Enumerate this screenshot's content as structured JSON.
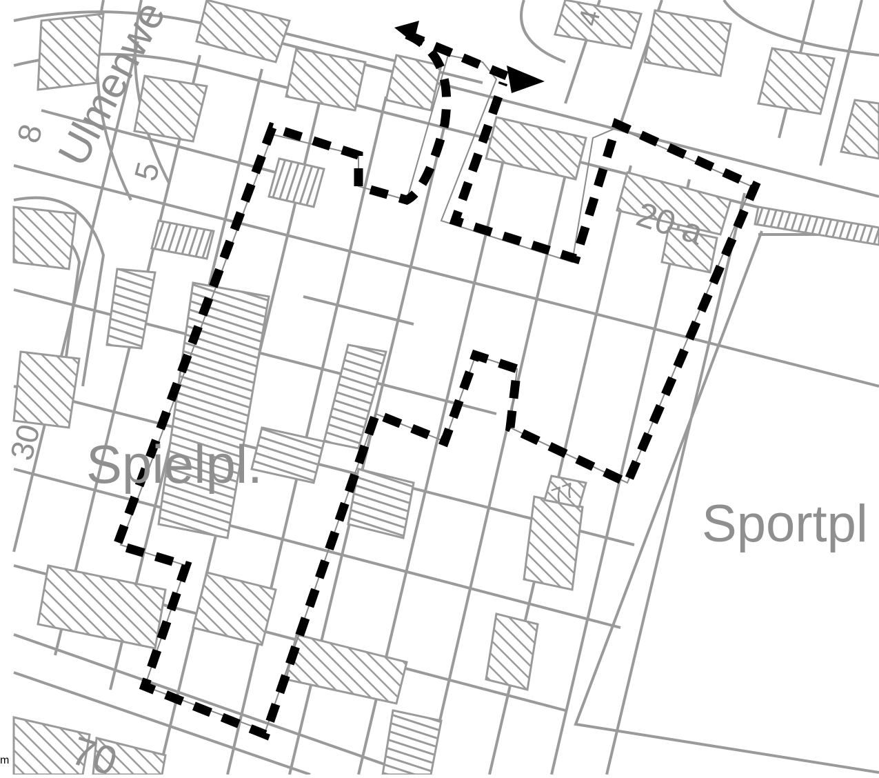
{
  "map": {
    "style": "cadastral plan, grey parcel lines, hatched buildings, dashed black plan boundary",
    "colors": {
      "background": "#ffffff",
      "parcel_line": "#9a9a9a",
      "building_hatch": "#9a9a9a",
      "boundary": "#000000",
      "label": "#8f8f8f"
    },
    "labels": {
      "street": "Ulmenwe",
      "playground": "Spielpl.",
      "sports_field": "Sportpl",
      "house_20a": "20 a",
      "house_30": "30",
      "house_70": "70",
      "house_5": "5",
      "house_8": "8",
      "house_4": "4",
      "house_77": "77"
    },
    "scale_unit": "m"
  }
}
